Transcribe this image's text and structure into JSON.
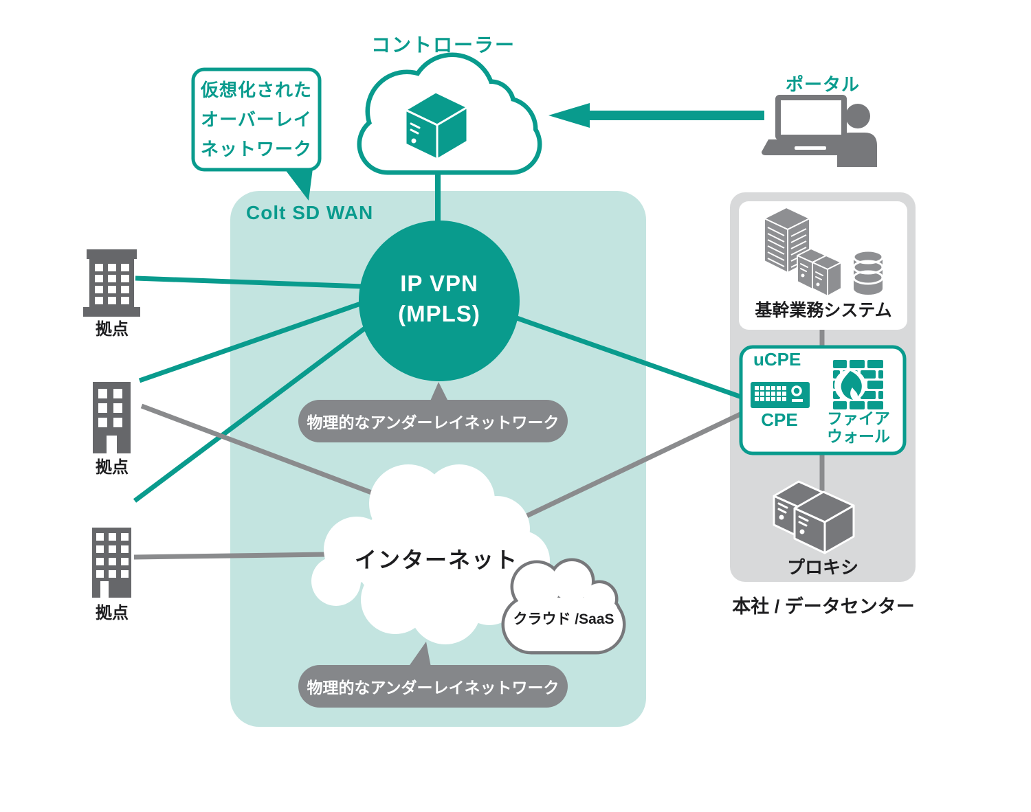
{
  "colors": {
    "teal": "#099b8d",
    "teal_light_box": "#c3e4e0",
    "gray_icon": "#77787b",
    "gray_building": "#66676a",
    "gray_bubble": "#85878a",
    "gray_panel": "#d8d9da",
    "gray_server": "#8e8f92",
    "text_dark": "#1d1d1f",
    "white": "#ffffff"
  },
  "controller": {
    "label": "コントローラー"
  },
  "overlay_callout": {
    "lines": [
      "仮想化された",
      "オーバーレイ",
      "ネットワーク"
    ]
  },
  "portal": {
    "label": "ポータル"
  },
  "sdwan": {
    "title": "Colt SD WAN",
    "ip_vpn": {
      "line1": "IP VPN",
      "line2": "(MPLS)"
    },
    "underlay_top": {
      "label": "物理的なアンダーレイネットワーク"
    },
    "underlay_bottom": {
      "label": "物理的なアンダーレイネットワーク"
    },
    "internet": {
      "label": "インターネット"
    },
    "cloud_saas": {
      "label": "クラウド /SaaS"
    }
  },
  "sites": {
    "items": [
      {
        "label": "拠点"
      },
      {
        "label": "拠点"
      },
      {
        "label": "拠点"
      }
    ]
  },
  "datacenter": {
    "core_system": {
      "label": "基幹業務システム"
    },
    "ucpe": {
      "title": "uCPE",
      "cpe_label": "CPE",
      "firewall": {
        "line1": "ファイア",
        "line2": "ウォール"
      }
    },
    "proxy": {
      "label": "プロキシ"
    },
    "caption": "本社 / データセンター"
  }
}
